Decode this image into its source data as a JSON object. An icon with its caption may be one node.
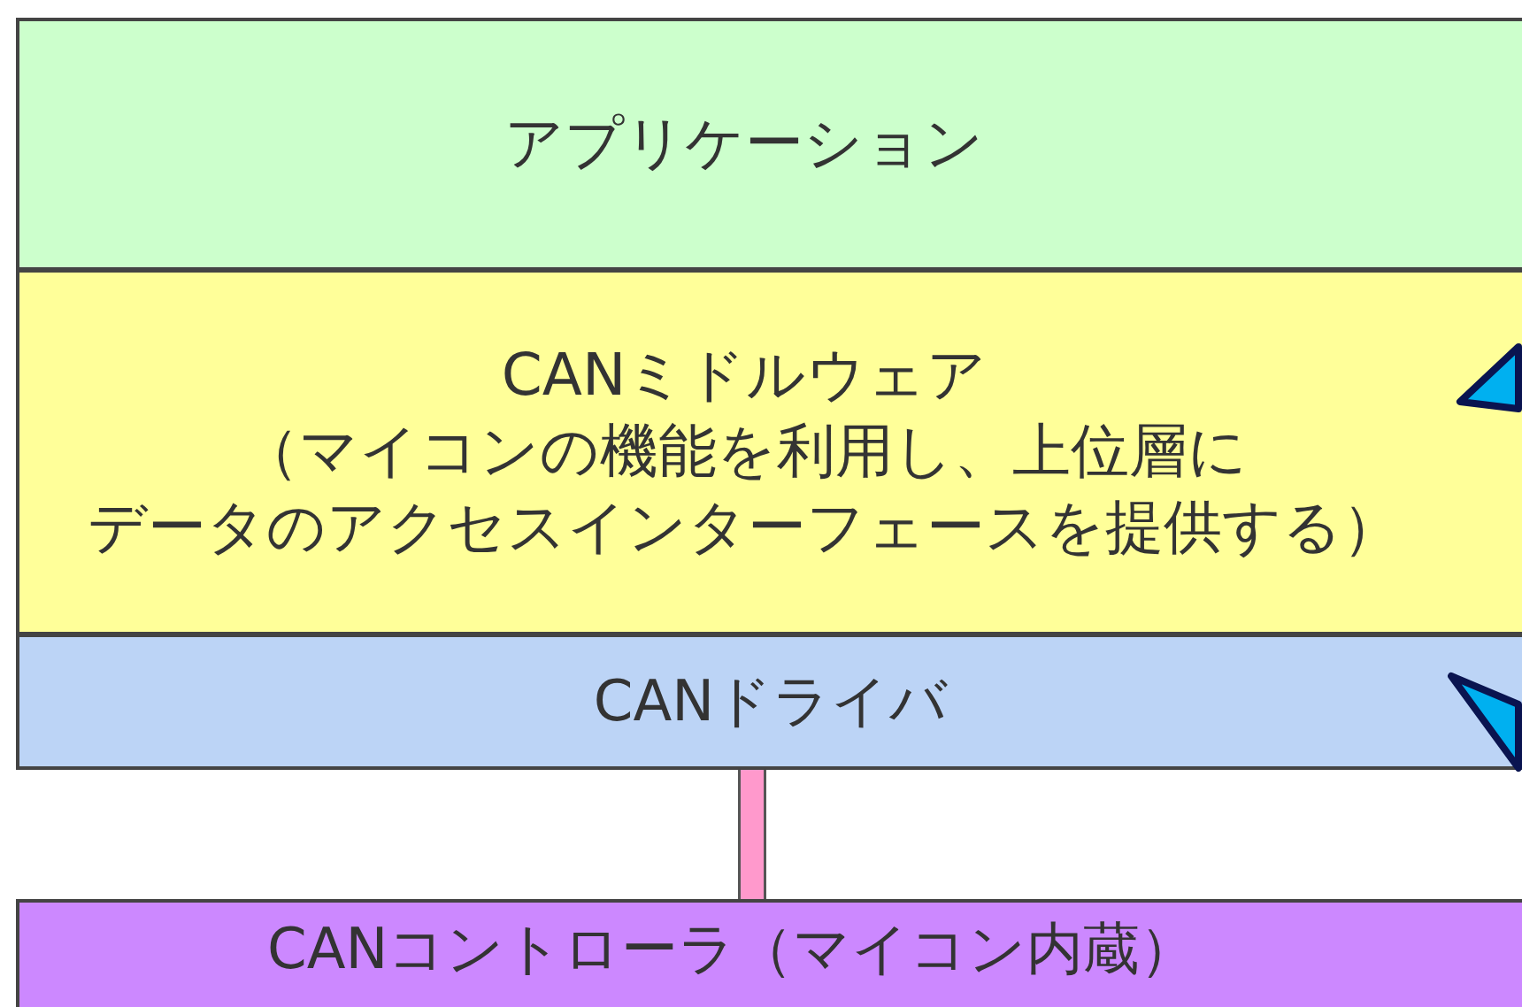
{
  "diagram": {
    "nodes": [
      {
        "text": [
          "アプリケーション"
        ]
      },
      {
        "text": [
          "CANミドルウェア",
          "（マイコンの機能を利用し、上位層にデータのアクセスインターフェースを提供する）"
        ]
      },
      {
        "text": [
          "CANドライバ"
        ]
      },
      {
        "text": [
          "CANコントローラ（マイコン内蔵）"
        ]
      }
    ],
    "edges": [
      {
        "from": 2,
        "to": 3,
        "arrow": "none"
      }
    ]
  }
}
